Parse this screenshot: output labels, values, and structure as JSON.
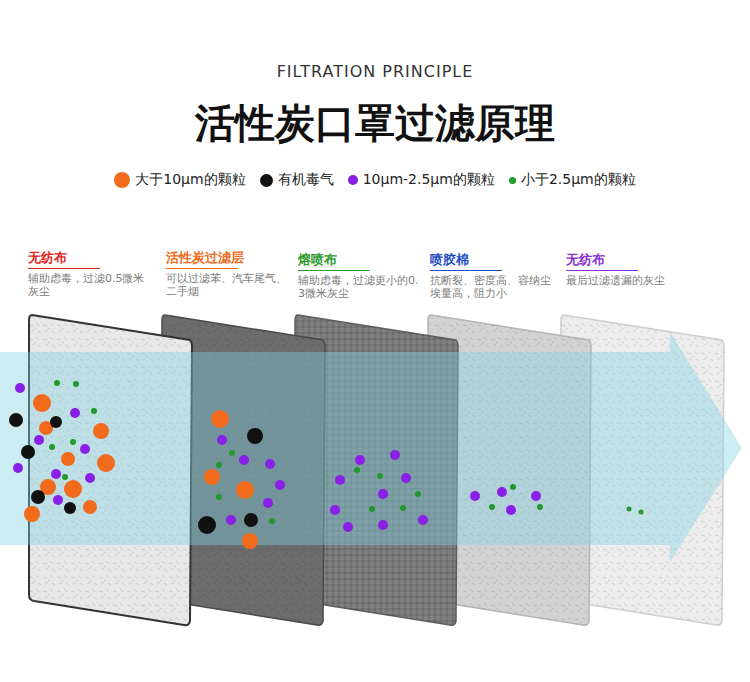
{
  "diagram": {
    "title": "活性炭口罩过滤原理",
    "nodes": [
      {
        "text": [
          "无纺布",
          "辅助虑毒，过滤0.5微米灰尘"
        ]
      },
      {
        "text": [
          "活性炭过滤层",
          "可以过滤苯、汽车尾气、二手烟"
        ]
      },
      {
        "text": [
          "熔喷布",
          "辅助虑毒，过滤更小的0.3微米灰尘"
        ]
      },
      {
        "text": [
          "喷胶棉",
          "抗断裂、密度高、容纳尘埃量高，阻力小"
        ]
      },
      {
        "text": [
          "无纺布",
          "最后过滤遗漏的灰尘"
        ]
      }
    ],
    "labels": [
      "FILTRATION PRINCIPLE"
    ],
    "legend": [
      {
        "text": "大于10μm的颗粒",
        "color": "#f26a1b"
      },
      {
        "text": "有机毒气",
        "color": "#111111"
      },
      {
        "text": "10μm-2.5μm的颗粒",
        "color": "#8a1fe6"
      },
      {
        "text": "小于2.5μm的颗粒",
        "color": "#1f9a2c"
      }
    ]
  }
}
